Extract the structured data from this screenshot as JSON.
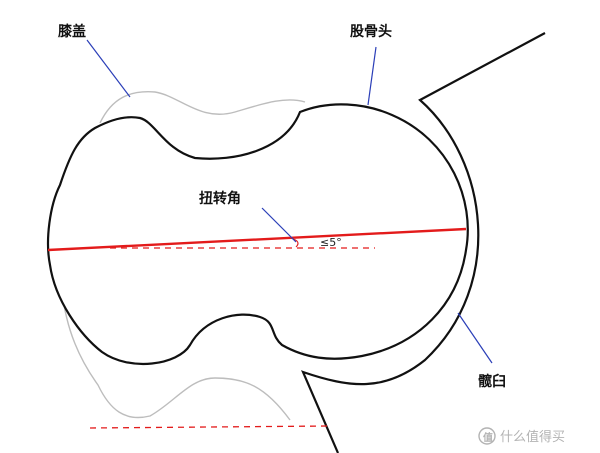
{
  "labels": {
    "patella": "膝盖",
    "femoral_head": "股骨头",
    "torsion_angle": "扭转角",
    "acetabulum": "髋臼",
    "angle_value": "≤5°"
  },
  "watermark": {
    "text": "什么值得买",
    "icon": "zhi-badge-icon"
  },
  "colors": {
    "outline": "#111111",
    "ghost_outline": "#bdbdbd",
    "axis_line": "#e31b1b",
    "leader_line": "#2b3fb8",
    "watermark": "#b3b3b3"
  }
}
